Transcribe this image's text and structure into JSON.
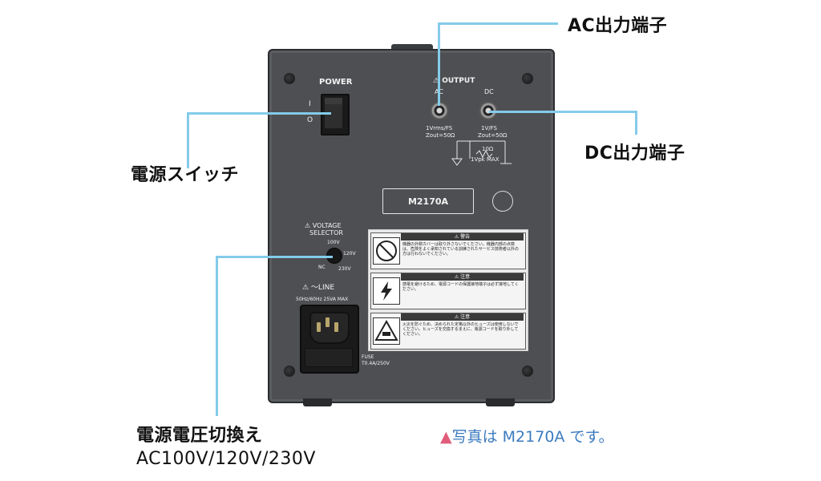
{
  "callouts": {
    "ac_output": "AC出力端子",
    "dc_output": "DC出力端子",
    "power_switch": "電源スイッチ",
    "voltage_switch_title": "電源電圧切換え",
    "voltage_switch_values": "AC100V/120V/230V"
  },
  "note": {
    "marker": "▲",
    "text": "写真は M2170A です。"
  },
  "panel": {
    "power": {
      "title": "POWER",
      "on": "I",
      "off": "O"
    },
    "output": {
      "title": "⚠ OUTPUT",
      "ac_label": "AC",
      "dc_label": "DC",
      "ac_spec_1": "1Vrms/FS",
      "ac_spec_2": "Zout=50Ω",
      "dc_spec_1": "1V/FS",
      "dc_spec_2": "Zout=50Ω",
      "resistor": "10Ω",
      "max": "1Vpk  MAX"
    },
    "model": "M2170A",
    "voltage_selector": {
      "title_1": "⚠ VOLTAGE",
      "title_2": "SELECTOR",
      "v100": "100V",
      "v120": "120V",
      "v230": "230V",
      "nc": "NC"
    },
    "line": {
      "title": "⚠ ～LINE",
      "spec": "50Hz/60Hz  25VA  MAX"
    },
    "fuse": {
      "line1": "FUSE",
      "line2": "T0.4A/250V"
    },
    "warnings": [
      {
        "head": "⚠ 警告",
        "body": "機器の外側カバーは取り外さないでください。機器内部の点検は、危険をよく承知されている訓練されたサービス技術者以外の方は行わないでください。"
      },
      {
        "head": "⚠ 注意",
        "body": "感電を避けるため、電源コードの保護接地端子は必ず接地してください。"
      },
      {
        "head": "⚠ 注意",
        "body": "火災を防ぐため、決められた定格以外のヒューズは使用しないでください。ヒューズを交換するまえに、電源コードを取り外してください。"
      }
    ]
  },
  "colors": {
    "leader": "#84cbea",
    "device_body": "#4d4f52",
    "note_text": "#3b7bbf",
    "note_marker": "#e05c7a"
  }
}
